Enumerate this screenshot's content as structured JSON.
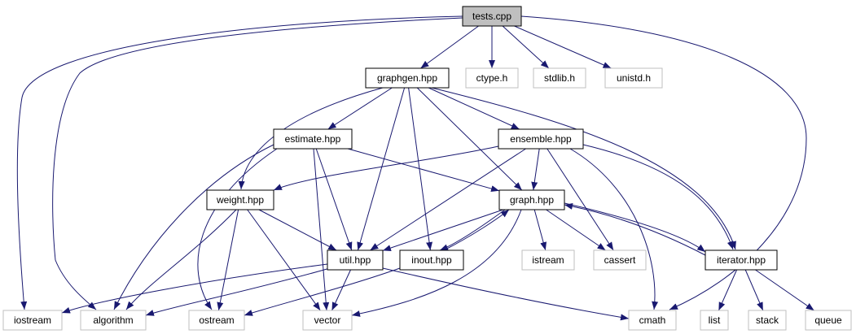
{
  "diagram": {
    "nodes": [
      {
        "id": "tests",
        "label": "tests.cpp",
        "style": "root"
      },
      {
        "id": "graphgen",
        "label": "graphgen.hpp",
        "style": "normal"
      },
      {
        "id": "ctype",
        "label": "ctype.h",
        "style": "system"
      },
      {
        "id": "stdlib",
        "label": "stdlib.h",
        "style": "system"
      },
      {
        "id": "unistd",
        "label": "unistd.h",
        "style": "system"
      },
      {
        "id": "estimate",
        "label": "estimate.hpp",
        "style": "normal"
      },
      {
        "id": "ensemble",
        "label": "ensemble.hpp",
        "style": "normal"
      },
      {
        "id": "weight",
        "label": "weight.hpp",
        "style": "normal"
      },
      {
        "id": "graph",
        "label": "graph.hpp",
        "style": "normal"
      },
      {
        "id": "util",
        "label": "util.hpp",
        "style": "normal"
      },
      {
        "id": "inout",
        "label": "inout.hpp",
        "style": "normal"
      },
      {
        "id": "istream",
        "label": "istream",
        "style": "system"
      },
      {
        "id": "cassert",
        "label": "cassert",
        "style": "system"
      },
      {
        "id": "iterator",
        "label": "iterator.hpp",
        "style": "normal"
      },
      {
        "id": "iostream",
        "label": "iostream",
        "style": "system"
      },
      {
        "id": "algorithm",
        "label": "algorithm",
        "style": "system"
      },
      {
        "id": "ostream",
        "label": "ostream",
        "style": "system"
      },
      {
        "id": "vector",
        "label": "vector",
        "style": "system"
      },
      {
        "id": "cmath",
        "label": "cmath",
        "style": "system"
      },
      {
        "id": "list",
        "label": "list",
        "style": "system"
      },
      {
        "id": "stack",
        "label": "stack",
        "style": "system"
      },
      {
        "id": "queue",
        "label": "queue",
        "style": "system"
      }
    ],
    "edges": [
      [
        "tests",
        "graphgen"
      ],
      [
        "tests",
        "ctype"
      ],
      [
        "tests",
        "stdlib"
      ],
      [
        "tests",
        "unistd"
      ],
      [
        "tests",
        "iostream"
      ],
      [
        "tests",
        "algorithm"
      ],
      [
        "tests",
        "cmath"
      ],
      [
        "graphgen",
        "estimate"
      ],
      [
        "graphgen",
        "ensemble"
      ],
      [
        "graphgen",
        "weight"
      ],
      [
        "graphgen",
        "graph"
      ],
      [
        "graphgen",
        "util"
      ],
      [
        "graphgen",
        "inout"
      ],
      [
        "graphgen",
        "iterator"
      ],
      [
        "estimate",
        "graph"
      ],
      [
        "estimate",
        "util"
      ],
      [
        "estimate",
        "algorithm"
      ],
      [
        "estimate",
        "ostream"
      ],
      [
        "estimate",
        "vector"
      ],
      [
        "ensemble",
        "weight"
      ],
      [
        "ensemble",
        "graph"
      ],
      [
        "ensemble",
        "util"
      ],
      [
        "ensemble",
        "cassert"
      ],
      [
        "ensemble",
        "iterator"
      ],
      [
        "ensemble",
        "cmath"
      ],
      [
        "weight",
        "util"
      ],
      [
        "weight",
        "algorithm"
      ],
      [
        "weight",
        "ostream"
      ],
      [
        "weight",
        "vector"
      ],
      [
        "graph",
        "util"
      ],
      [
        "graph",
        "inout"
      ],
      [
        "graph",
        "istream"
      ],
      [
        "graph",
        "cassert"
      ],
      [
        "graph",
        "iterator"
      ],
      [
        "graph",
        "vector"
      ],
      [
        "util",
        "iostream"
      ],
      [
        "util",
        "algorithm"
      ],
      [
        "util",
        "vector"
      ],
      [
        "util",
        "cmath"
      ],
      [
        "inout",
        "graph"
      ],
      [
        "inout",
        "ostream"
      ],
      [
        "iterator",
        "graph"
      ],
      [
        "iterator",
        "list"
      ],
      [
        "iterator",
        "stack"
      ],
      [
        "iterator",
        "queue"
      ]
    ]
  },
  "colors": {
    "edge": "#191970",
    "root_fill": "#bfbfbf",
    "node_border": "#000000",
    "system_border": "#bfbfbf",
    "background": "#ffffff"
  }
}
